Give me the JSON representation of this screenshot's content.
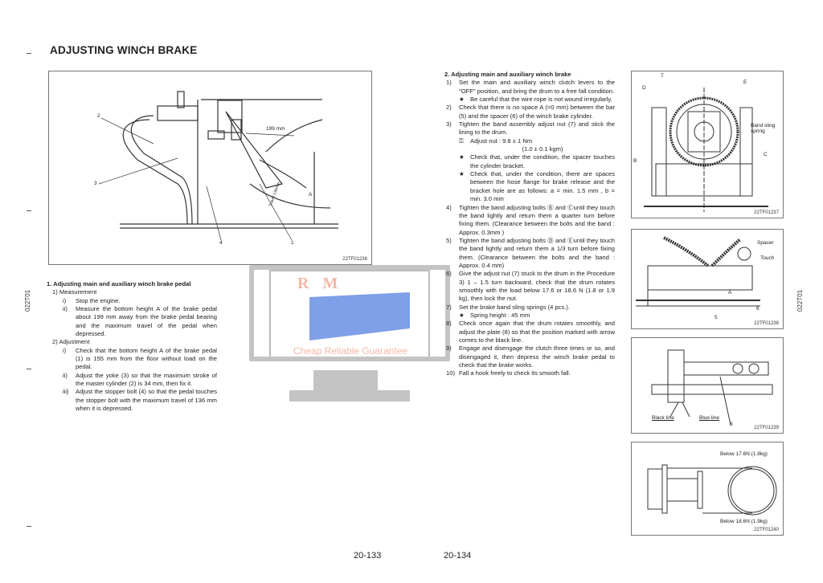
{
  "title": "ADJUSTING WINCH BRAKE",
  "side_code": "022T01",
  "left_figure": {
    "code": "22TF01236",
    "labels": {
      "n1": "1",
      "n2": "2",
      "n3": "3",
      "n4": "4",
      "dim": "199 mm",
      "A": "A",
      "travel": "Travel 136mm"
    }
  },
  "section1": {
    "heading": "1.  Adjusting main and auxiliary winch brake pedal",
    "s1": "1)  Measurement",
    "s1_i": "i)",
    "s1_i_t": "Stop the engine.",
    "s1_ii": "ii)",
    "s1_ii_t": "Measure the bottom height A of the brake pedal about 199 mm away from the brake pedal bearing and the maximum travel of the pedal when depressed.",
    "s2": "2)  Adjustment",
    "s2_i": "i)",
    "s2_i_t": "Check that the bottom height A of the brake pedal (1) is 155 mm from the floor without load on the pedal.",
    "s2_ii": "ii)",
    "s2_ii_t": "Adjust the yoke (3) so that the maximum stroke of the master cylinder (2) is 34 mm, then fix it.",
    "s2_iii": "iii)",
    "s2_iii_t": "Adjust the stopper bolt (4) so that the pedal touches the stopper bolt with the maximum travel of 136 mm when it is depressed."
  },
  "section2": {
    "heading": "2.  Adjusting main and auxiliary winch brake",
    "items": [
      {
        "n": "1)",
        "t": "Set the main and auxiliary winch clutch levers to the \"OFF\" position, and bring the drum to a free fall condition."
      },
      {
        "n": "★",
        "t": "Be careful that the wire rope is not wound irregularly.",
        "sub": true
      },
      {
        "n": "2)",
        "t": "Check that there is no space A (=0 mm) between the bar (5) and the spacer (6) of the winch brake cylinder."
      },
      {
        "n": "3)",
        "t": "Tighten the band assembly adjust nut (7) and stick the lining to the drum."
      },
      {
        "n": "⚿",
        "t": "Adjust nut : 9.8 ± 1 Nm",
        "sub": true
      },
      {
        "n": "",
        "t": "(1.0 ± 0.1 kgm)",
        "sub": true,
        "center": true
      },
      {
        "n": "★",
        "t": "Check that, under the condition, the spacer touches the cylinder bracket.",
        "sub": true
      },
      {
        "n": "★",
        "t": "Check that, under the condition, there are spaces between the hose flange for brake release and the bracket hole are as follows:  a = min. 1.5 mm , b = min. 3.0 mm",
        "sub": true
      },
      {
        "n": "4)",
        "t": "Tighten the band adjusting bolts Ⓑ and Ⓒuntil they touch the band lightly and return them a quarter turn before fixing them. (Clearance between the bolts and the band : Approx. 0.3mm )"
      },
      {
        "n": "5)",
        "t": "Tighten the band adjusting bolts Ⓓ and Ⓔuntil they touch the band lightly and return them a 1/3 turn before fixing them. (Clearance between the bolts and the band : Approx. 0.4 mm)"
      },
      {
        "n": "6)",
        "t": "Give the adjust nut (7) stuck to the drum in the Procedure 3) 1 – 1.5 turn backward, check that the drum rotates smoothly with the load below 17.6 or 18.6 N (1.8 or 1.9 kg), then lock the nut."
      },
      {
        "n": "7)",
        "t": "Set the brake band sling springs (4 pcs.)."
      },
      {
        "n": "★",
        "t": "Spring height : 45 mm",
        "sub": true
      },
      {
        "n": "8)",
        "t": "Check once again that the drum rotates smoothly, and adjust the plate (8) so that the position marked with arrow comes to the black line."
      },
      {
        "n": "9)",
        "t": "Engage and disengage the clutch three times or so, and disengaged it, then depress the winch brake pedal to check that the brake works."
      },
      {
        "n": "10)",
        "t": "Fall a hook freely to check its smooth fall."
      }
    ]
  },
  "fig_a": {
    "code": "22TF01237",
    "labels": {
      "n7": "7",
      "D": "D",
      "E": "E",
      "B": "B",
      "C": "C",
      "spring": "Band sling spring"
    }
  },
  "fig_b": {
    "code": "22TF01238",
    "labels": {
      "spacer": "Spacer",
      "touch": "Touch",
      "A": "A",
      "n5": "5",
      "n6": "6"
    }
  },
  "fig_c": {
    "code": "22TF01239",
    "labels": {
      "black": "Black line",
      "blue": "Blue line",
      "n8": "8"
    }
  },
  "fig_d": {
    "code": "22TF01240",
    "labels": {
      "top": "Below 17.6N (1.8kg)",
      "bottom": "Below 18.6N (1.9kg)"
    }
  },
  "pages": {
    "left": "20-133",
    "right": "20-134"
  },
  "watermark": {
    "logo": "R M",
    "slogan": "Cheap Reliable Guarantee",
    "accent": "#7f9fe8",
    "logo_color": "#f2b8a8"
  }
}
